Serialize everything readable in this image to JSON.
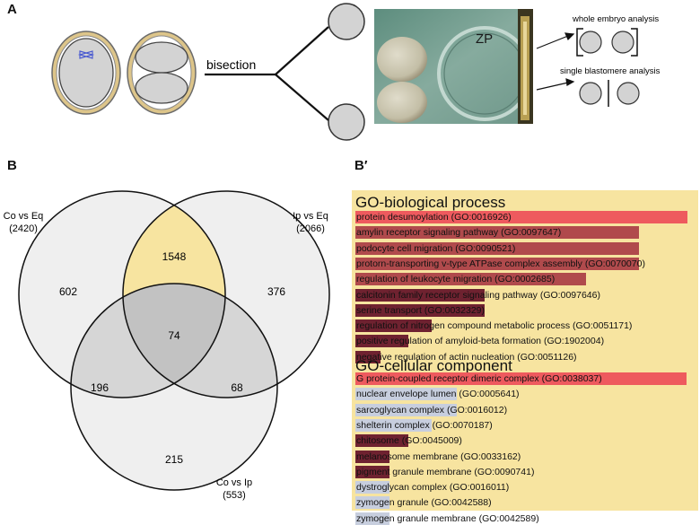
{
  "panels": {
    "a": "A",
    "b": "B",
    "b_prime": "B′"
  },
  "panel_a": {
    "bisection_label": "bisection",
    "zp_label": "ZP",
    "whole_embryo_label": "whole embryo analysis",
    "single_blastomere_label": "single blastomere analysis"
  },
  "venn": {
    "sets": [
      {
        "name": "Co vs Eq",
        "count": "(2420)"
      },
      {
        "name": "Ip vs Eq",
        "count": "(2066)"
      },
      {
        "name": "Co vs Ip",
        "count": "(553)"
      }
    ],
    "regions": {
      "co_eq_only": "602",
      "co_eq_ip_eq": "1548",
      "ip_eq_only": "376",
      "all_three": "74",
      "co_eq_co_ip": "196",
      "ip_eq_co_ip": "68",
      "co_ip_only": "215"
    },
    "highlight_color": "#f7e4a0"
  },
  "go": {
    "biological_title": "GO-biological process",
    "cellular_title": "GO-cellular component",
    "colors": {
      "red": "#ee5a5e",
      "darkred": "#b04a4c",
      "maroon": "#6f2230",
      "light": "#c7cede"
    },
    "biological": [
      {
        "term": "protein desumoylation (GO:0016926)",
        "fraction": 0.98,
        "color": "red"
      },
      {
        "term": "amylin receptor signaling pathway (GO:0097647)",
        "fraction": 0.835,
        "color": "darkred"
      },
      {
        "term": "podocyte cell migration (GO:0090521)",
        "fraction": 0.835,
        "color": "darkred"
      },
      {
        "term": "protorn-transporting v-type ATPase complex assembly (GO:0070070)",
        "fraction": 0.835,
        "color": "darkred"
      },
      {
        "term": "regulation of leukocyte migration (GO:0002685)",
        "fraction": 0.68,
        "color": "darkred"
      },
      {
        "term": "calcitonin family receptor signaling pathway (GO:0097646)",
        "fraction": 0.38,
        "color": "maroon"
      },
      {
        "term": "serine transport (GO:0032329)",
        "fraction": 0.38,
        "color": "maroon"
      },
      {
        "term": "regulation of nitrogen compound metabolic process (GO:0051171)",
        "fraction": 0.225,
        "color": "maroon"
      },
      {
        "term": "positive regulation of amyloid-beta formation (GO:1902004)",
        "fraction": 0.155,
        "color": "maroon"
      },
      {
        "term": "negative regulation of actin nucleation (GO:0051126)",
        "fraction": 0.075,
        "color": "maroon"
      }
    ],
    "cellular": [
      {
        "term": "G protein-coupled receptor dimeric complex (GO:0038037)",
        "fraction": 0.975,
        "color": "red"
      },
      {
        "term": "nuclear envelope lumen (GO:0005641)",
        "fraction": 0.3,
        "color": "light"
      },
      {
        "term": "sarcoglycan complex (GO:0016012)",
        "fraction": 0.3,
        "color": "light"
      },
      {
        "term": "shelterin complex (GO:0070187)",
        "fraction": 0.225,
        "color": "light"
      },
      {
        "term": "chitosome (GO:0045009)",
        "fraction": 0.155,
        "color": "maroon"
      },
      {
        "term": "melanosome membrane (GO:0033162)",
        "fraction": 0.1,
        "color": "maroon"
      },
      {
        "term": "pigment granule membrane (GO:0090741)",
        "fraction": 0.1,
        "color": "maroon"
      },
      {
        "term": "dystroglycan complex (GO:0016011)",
        "fraction": 0.1,
        "color": "light"
      },
      {
        "term": "zymogen granule (GO:0042588)",
        "fraction": 0.1,
        "color": "light"
      },
      {
        "term": "zymogen granule membrane (GO:0042589)",
        "fraction": 0.1,
        "color": "light"
      }
    ]
  }
}
